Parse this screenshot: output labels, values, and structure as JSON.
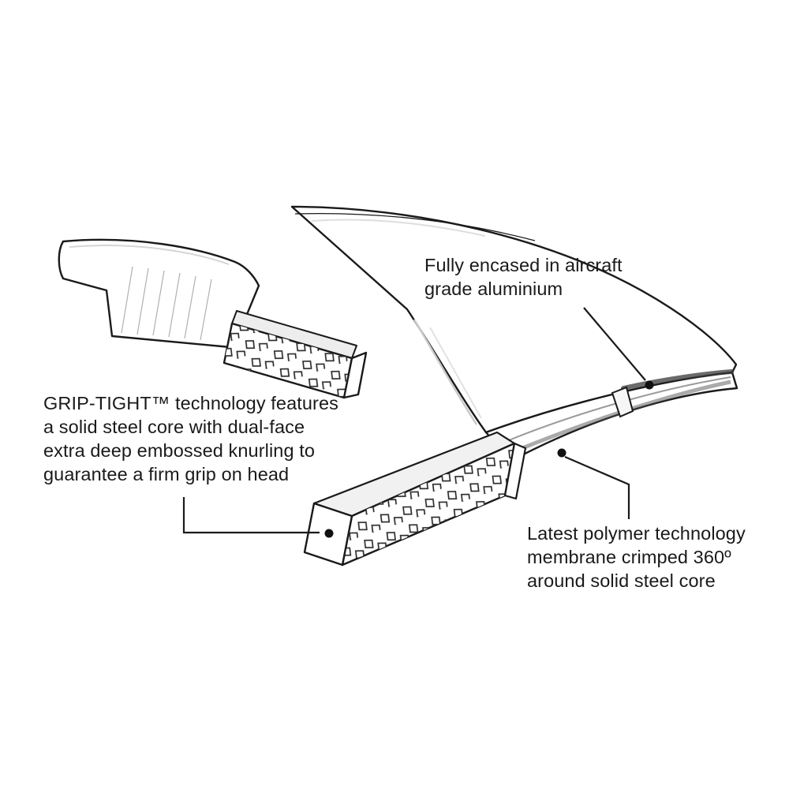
{
  "diagram": {
    "background": "#ffffff",
    "ink_color": "#1a1a1a",
    "dot_color": "#111111",
    "callouts": {
      "grip_tight": {
        "lines": [
          "GRIP-TIGHT™ technology features",
          "a solid steel core with dual-face",
          "extra deep embossed knurling to",
          "guarantee a firm grip on head"
        ]
      },
      "aluminium": {
        "lines": [
          "Fully encased in aircraft",
          "grade aluminium"
        ]
      },
      "polymer": {
        "lines": [
          "Latest polymer technology",
          "membrane crimped 360º",
          "around solid steel core"
        ]
      }
    },
    "icons": [
      "callout-dot-grip-tight",
      "callout-dot-aluminium",
      "callout-dot-polymer"
    ]
  }
}
